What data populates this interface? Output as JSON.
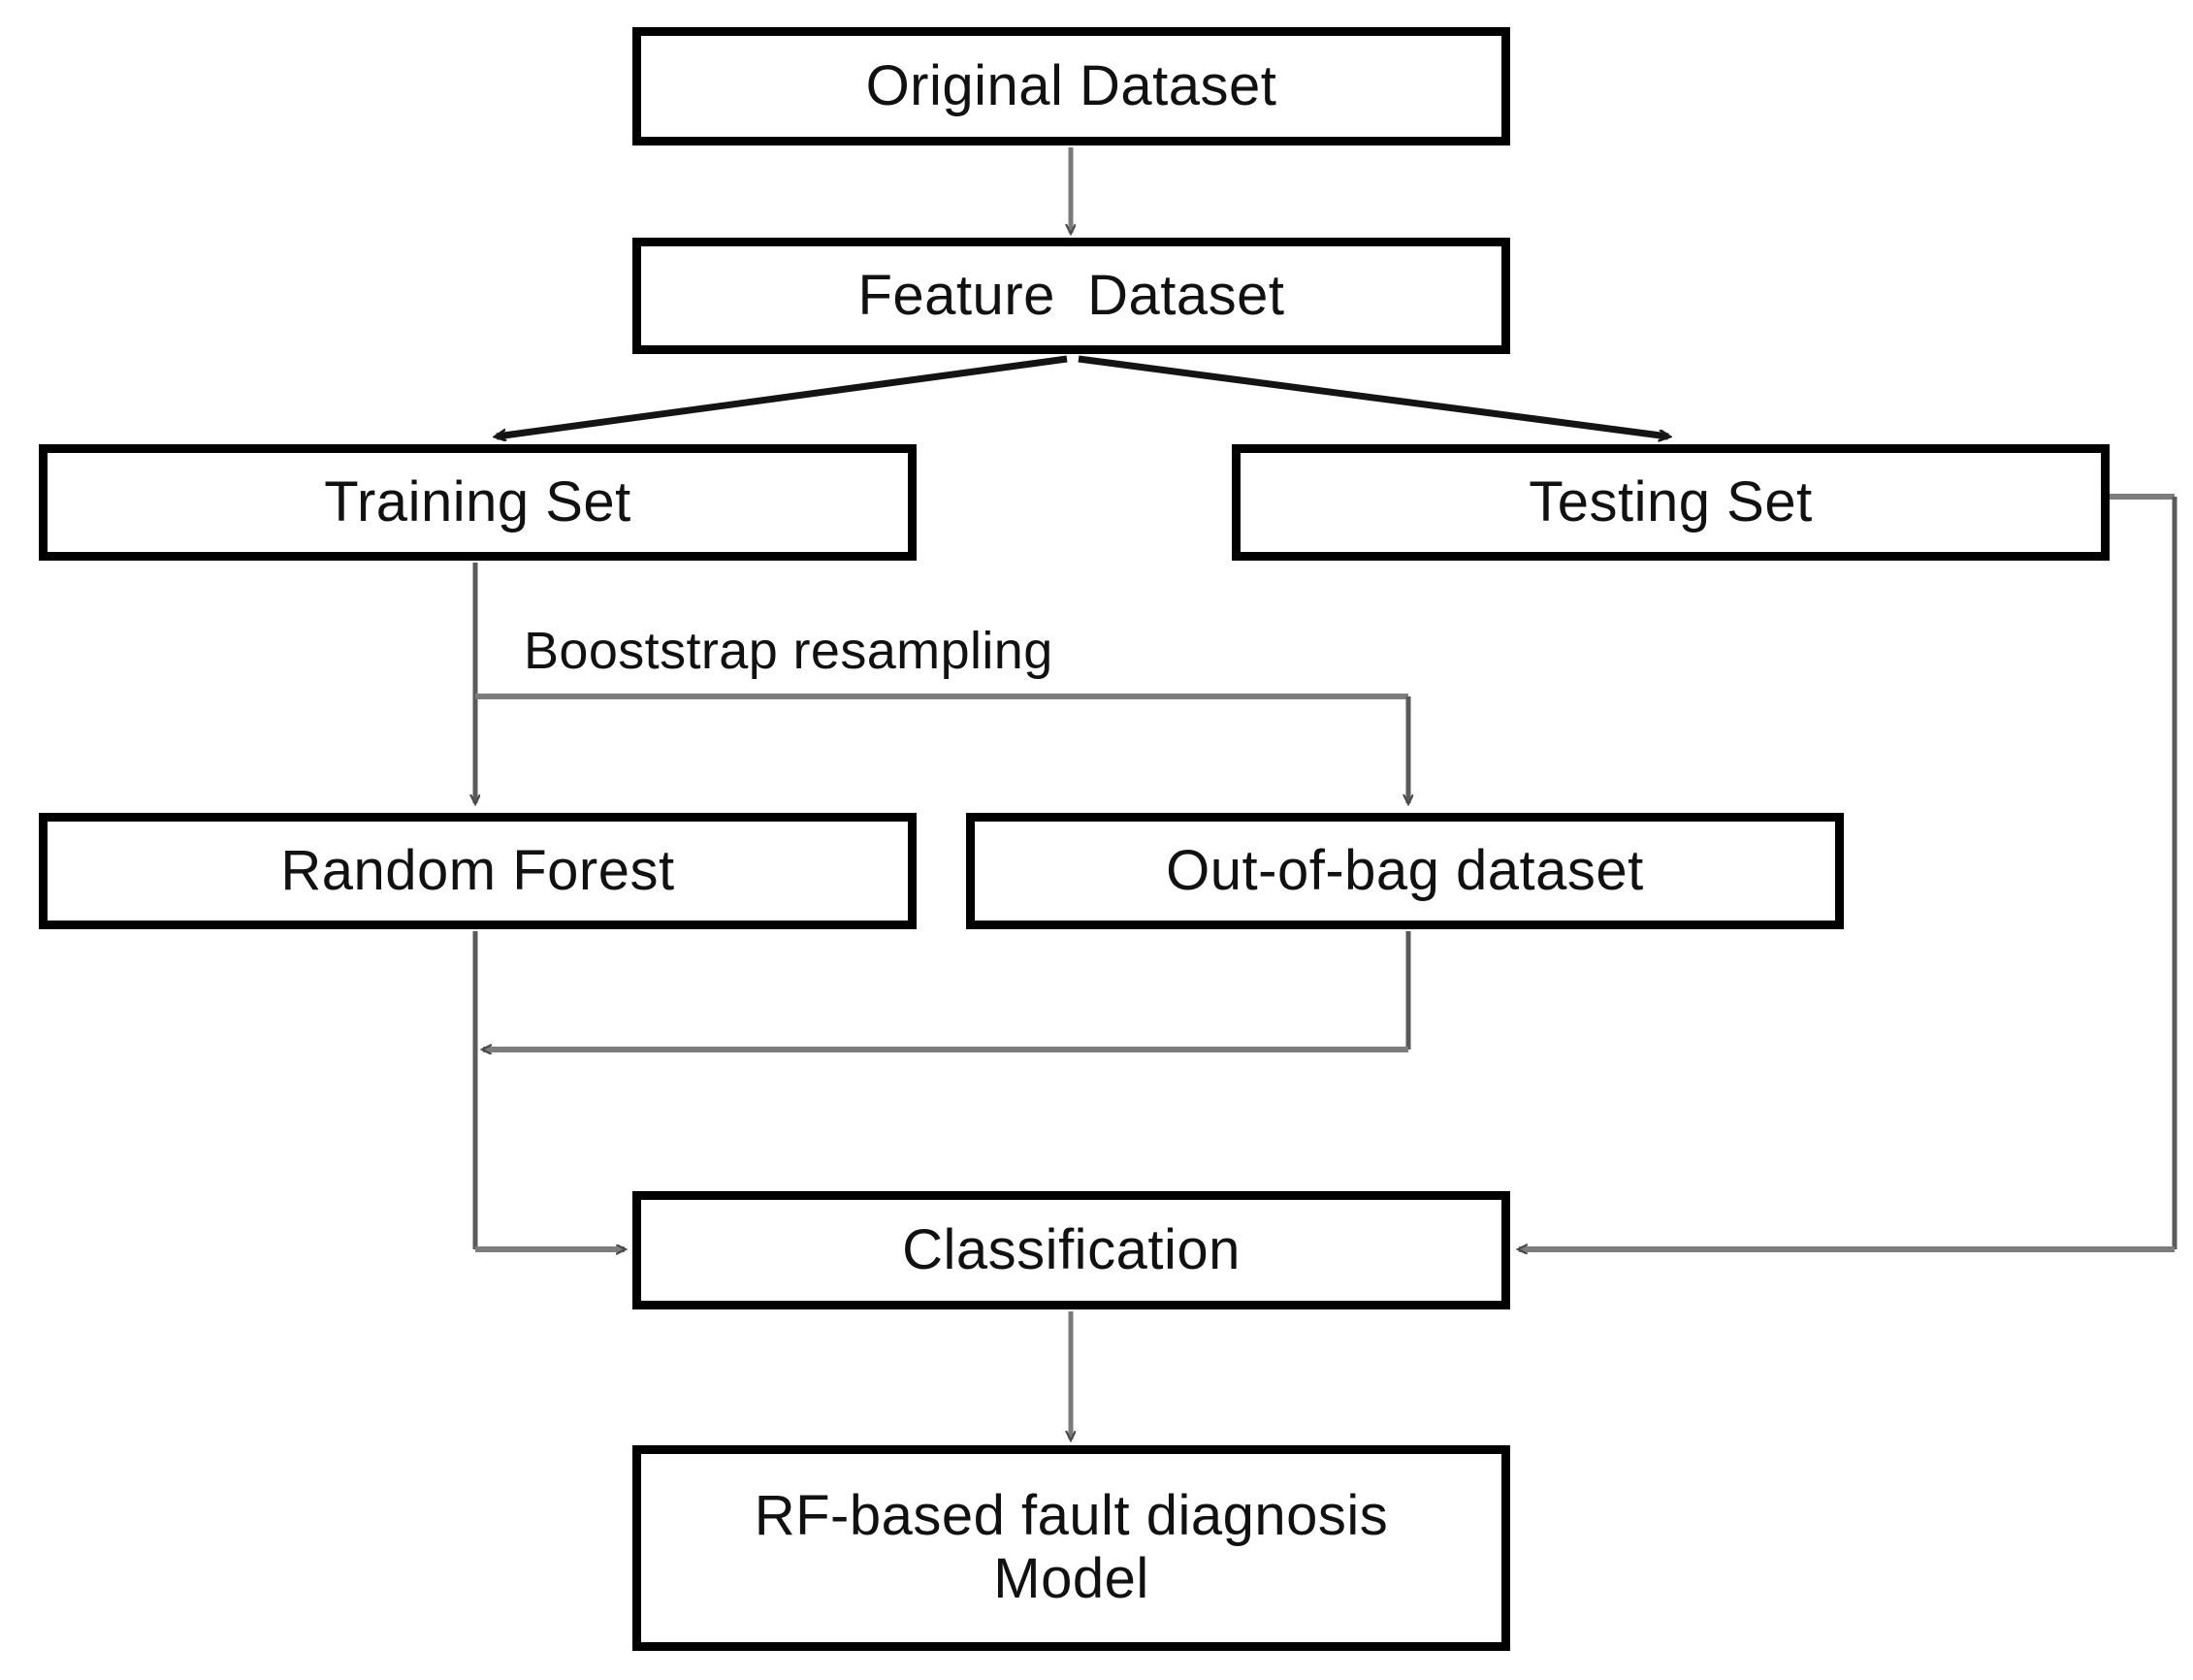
{
  "diagram": {
    "title": "RF-based fault diagnosis flowchart",
    "colors": {
      "box_border": "#000000",
      "box_fill": "#ffffff",
      "text": "#111111",
      "connector_black": "#1a1a1a",
      "connector_gray": "#808080",
      "background": "#ffffff"
    },
    "nodes": [
      {
        "id": "original",
        "label": "Original Dataset"
      },
      {
        "id": "feature",
        "label": "Feature  Dataset"
      },
      {
        "id": "training",
        "label": "Training Set"
      },
      {
        "id": "testing",
        "label": "Testing Set"
      },
      {
        "id": "rf",
        "label": "Random Forest"
      },
      {
        "id": "oob",
        "label": "Out-of-bag dataset"
      },
      {
        "id": "classification",
        "label": "Classification"
      },
      {
        "id": "model",
        "label": "RF-based fault diagnosis\nModel"
      }
    ],
    "edges": [
      {
        "id": "e1",
        "from": "original",
        "to": "feature",
        "label": ""
      },
      {
        "id": "e2",
        "from": "feature",
        "to": "training",
        "label": ""
      },
      {
        "id": "e3",
        "from": "feature",
        "to": "testing",
        "label": ""
      },
      {
        "id": "e4",
        "from": "training",
        "to": "rf",
        "label": ""
      },
      {
        "id": "e5",
        "from": "training",
        "to": "oob",
        "label": "Booststrap resampling"
      },
      {
        "id": "e6",
        "from": "oob",
        "to": "rf",
        "label": ""
      },
      {
        "id": "e7",
        "from": "rf",
        "to": "classification",
        "label": ""
      },
      {
        "id": "e8",
        "from": "testing",
        "to": "classification",
        "label": ""
      },
      {
        "id": "e9",
        "from": "classification",
        "to": "model",
        "label": ""
      }
    ],
    "edge_labels": {
      "bootstrap": "Booststrap resampling"
    }
  }
}
